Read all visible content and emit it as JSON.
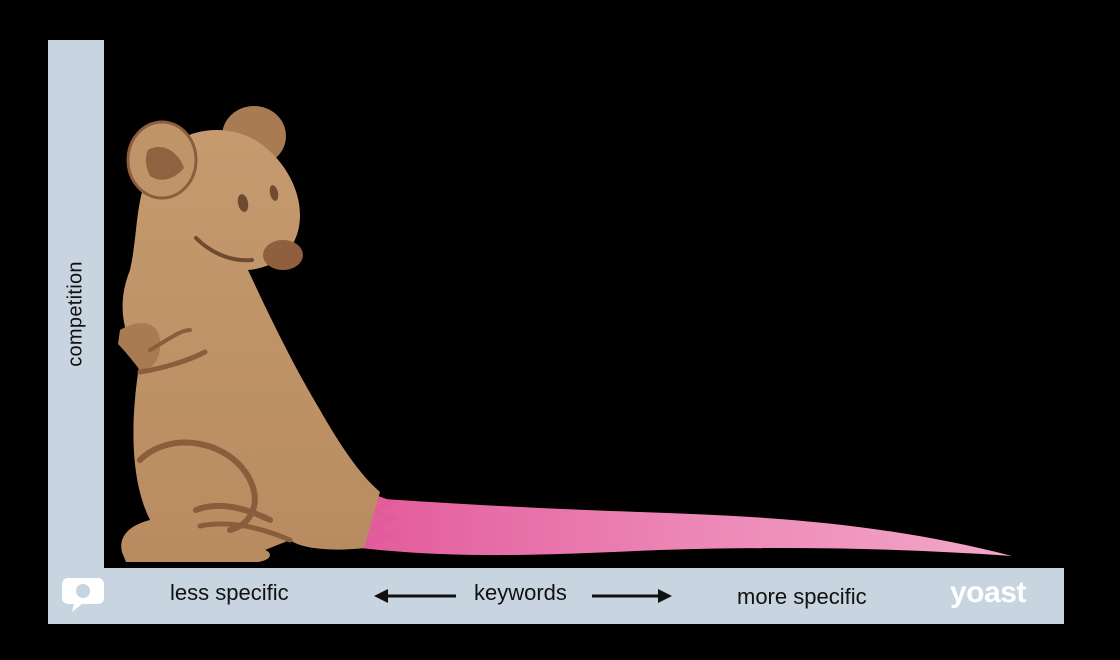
{
  "axes": {
    "y_label": "competition",
    "x_left_label": "less specific",
    "x_center_label": "keywords",
    "x_right_label": "more specific"
  },
  "brand": {
    "name": "yoast"
  },
  "icons": {
    "logo": "yoast-speech-bubble-icon",
    "left_arrow": "arrow-left-icon",
    "right_arrow": "arrow-right-icon"
  },
  "colors": {
    "axis_bar": "#c8d4df",
    "rat_body": "#bf9468",
    "rat_outline": "#6e4b30",
    "tail": "#e86fa6",
    "background": "#000000"
  }
}
